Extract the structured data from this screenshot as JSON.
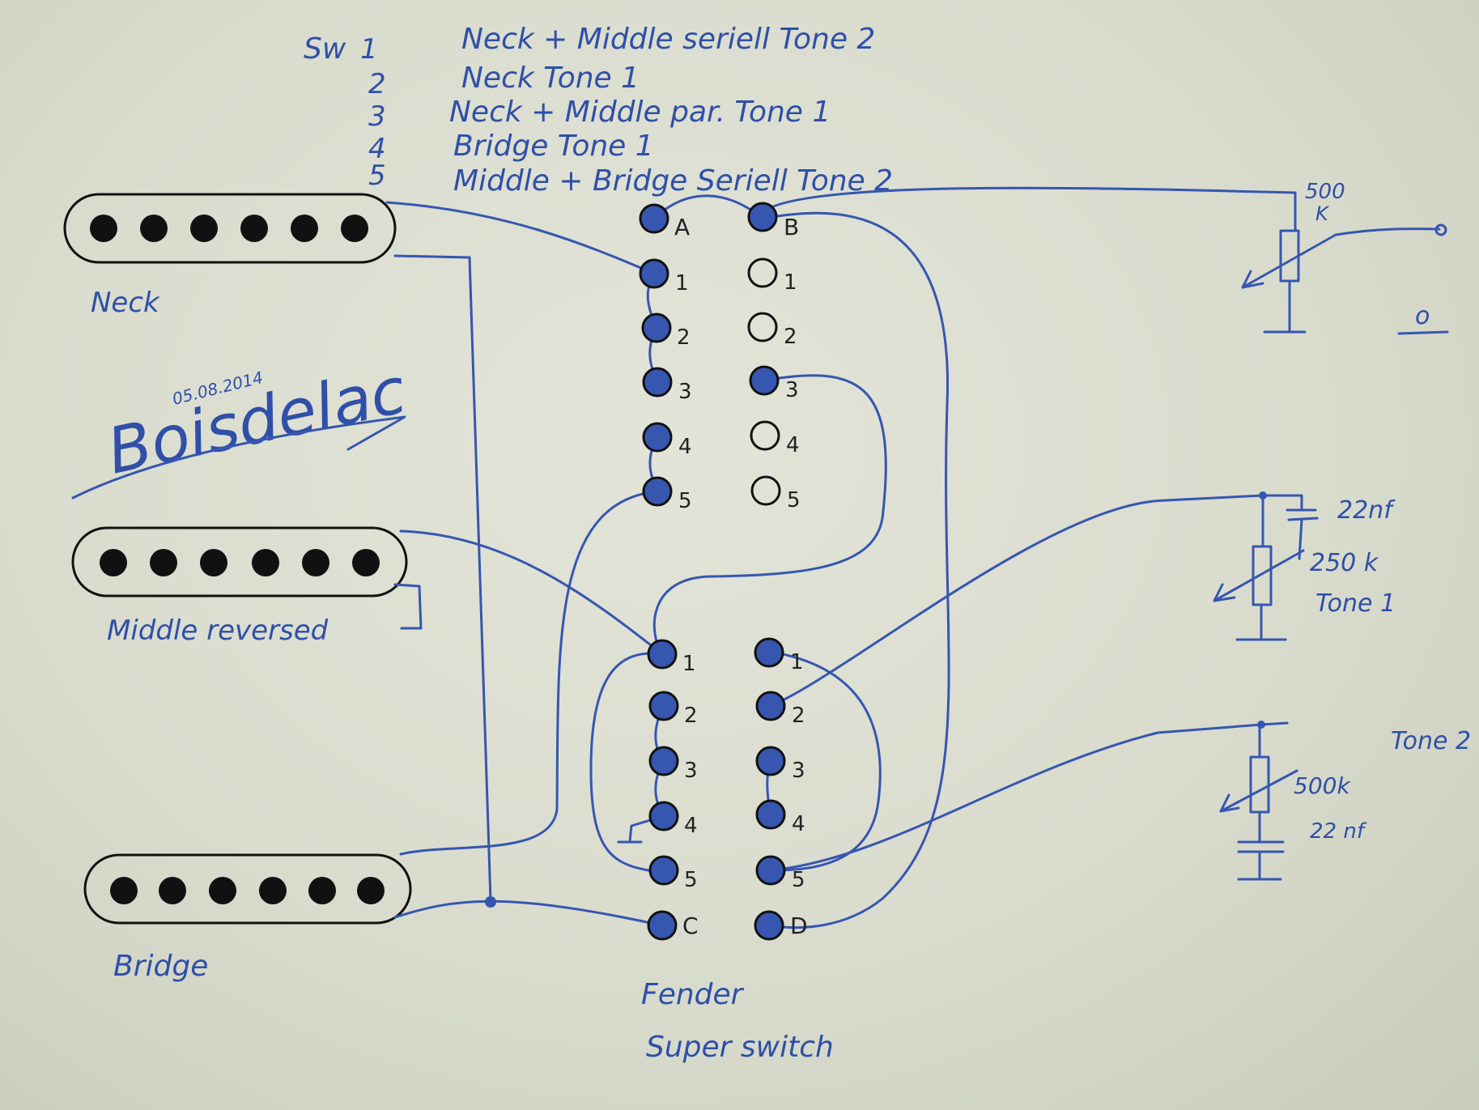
{
  "legend": {
    "sw_label": "Sw",
    "rows": [
      {
        "num": "1",
        "text": "Neck + Middle seriell  Tone 2"
      },
      {
        "num": "2",
        "text": "Neck   Tone 1"
      },
      {
        "num": "3",
        "text": "Neck + Middle par. Tone 1"
      },
      {
        "num": "4",
        "text": "Bridge  Tone 1"
      },
      {
        "num": "5",
        "text": "Middle + Bridge Seriell  Tone 2"
      }
    ]
  },
  "pickups": {
    "neck": "Neck",
    "middle": "Middle reversed",
    "bridge": "Bridge"
  },
  "signature": {
    "date": "05.08.2014",
    "name": "Boisdelac"
  },
  "switch": {
    "title_line1": "Fender",
    "title_line2": "Super switch",
    "upper": {
      "common_left": "A",
      "common_right": "B",
      "positions": [
        "1",
        "2",
        "3",
        "4",
        "5"
      ]
    },
    "lower": {
      "common_left": "C",
      "common_right": "D",
      "positions": [
        "1",
        "2",
        "3",
        "4",
        "5"
      ]
    }
  },
  "components": {
    "volume_value": "500",
    "volume_unit": "K",
    "output_label": "o",
    "tone1_cap": "22nf",
    "tone1_pot": "250 k",
    "tone1_label": "Tone 1",
    "tone2_label": "Tone 2",
    "tone2_pot": "500k",
    "tone2_cap": "22 nf"
  },
  "colors": {
    "ink": "#3656b0",
    "paper": "#dcdfd1",
    "outline": "#111111"
  }
}
